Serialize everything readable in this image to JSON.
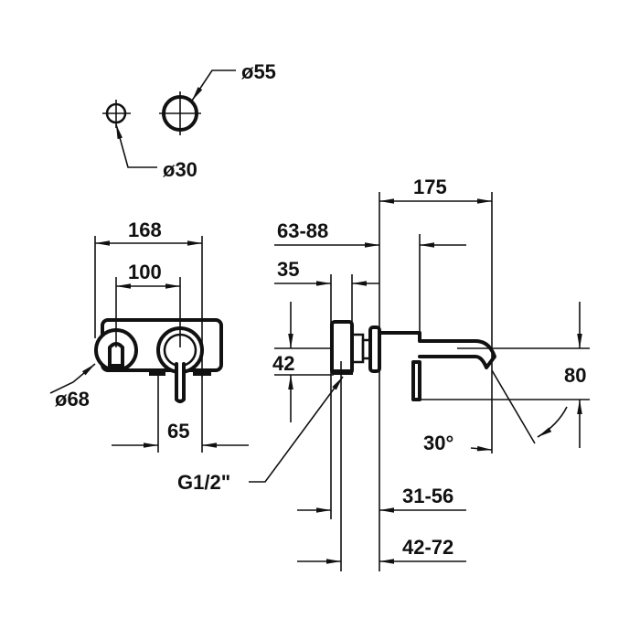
{
  "diagram": {
    "type": "technical drawing - wall mounted mixer",
    "color": "#111111",
    "labels": {
      "d55": "ø55",
      "d30": "ø30",
      "w168": "168",
      "w100": "100",
      "d68": "ø68",
      "w65": "65",
      "thread": "G1/2\"",
      "w175": "175",
      "w63_88": "63-88",
      "w35": "35",
      "h42": "42",
      "h80": "80",
      "angle": "30°",
      "w31_56": "31-56",
      "w42_72": "42-72"
    }
  }
}
